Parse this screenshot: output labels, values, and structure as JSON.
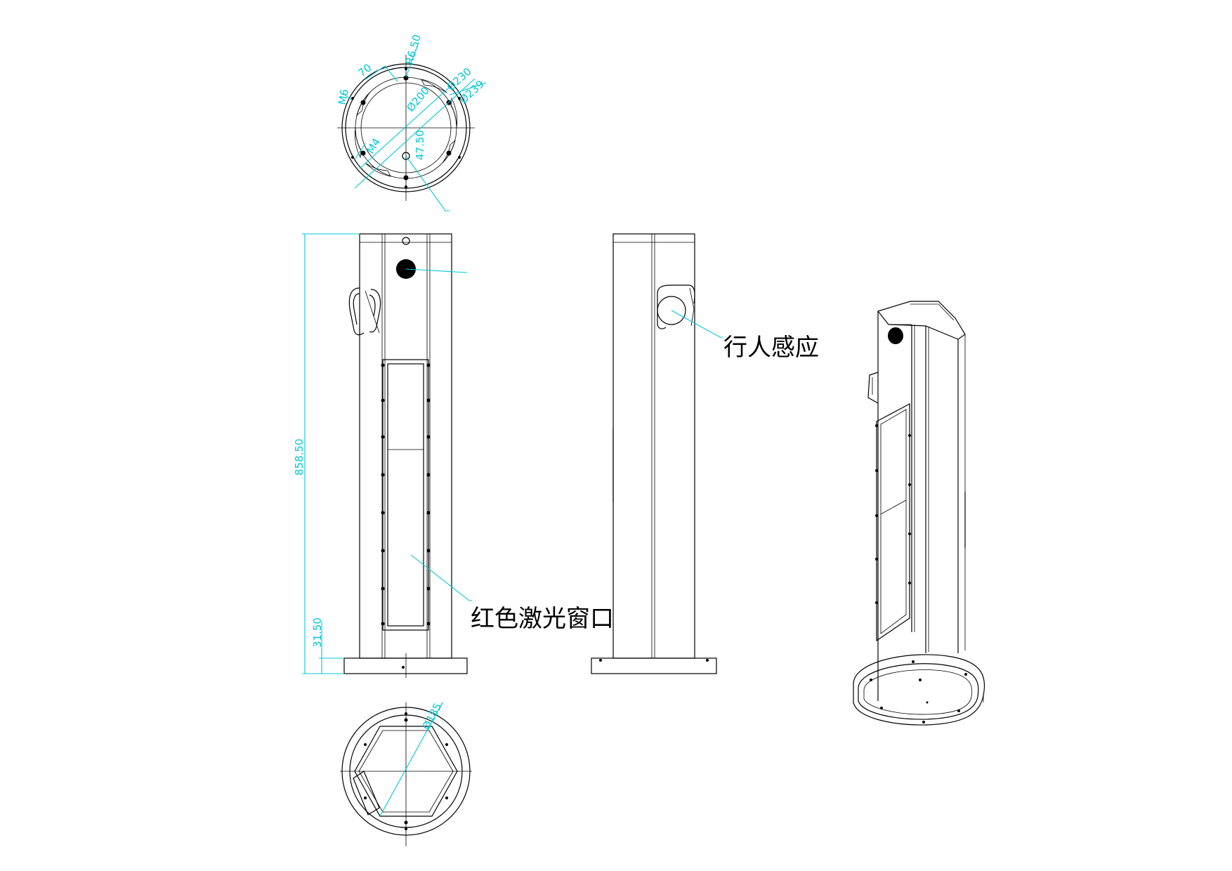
{
  "drawing": {
    "dimensions": {
      "d_r": "R6.50",
      "d_70": "70",
      "d_m6": "M6",
      "d_230": "Ø230",
      "d_239": "Ø239",
      "d_200": "Ø200",
      "d_m4": "M4",
      "d_475": "47.50",
      "d_height": "858.50",
      "d_base": "31.50",
      "d_185": "Ø185"
    },
    "labels": {
      "sensor": "行人感应",
      "laser_window": "红色激光窗口"
    },
    "colors": {
      "line": "#000000",
      "dimension": "#00c8d8"
    }
  }
}
